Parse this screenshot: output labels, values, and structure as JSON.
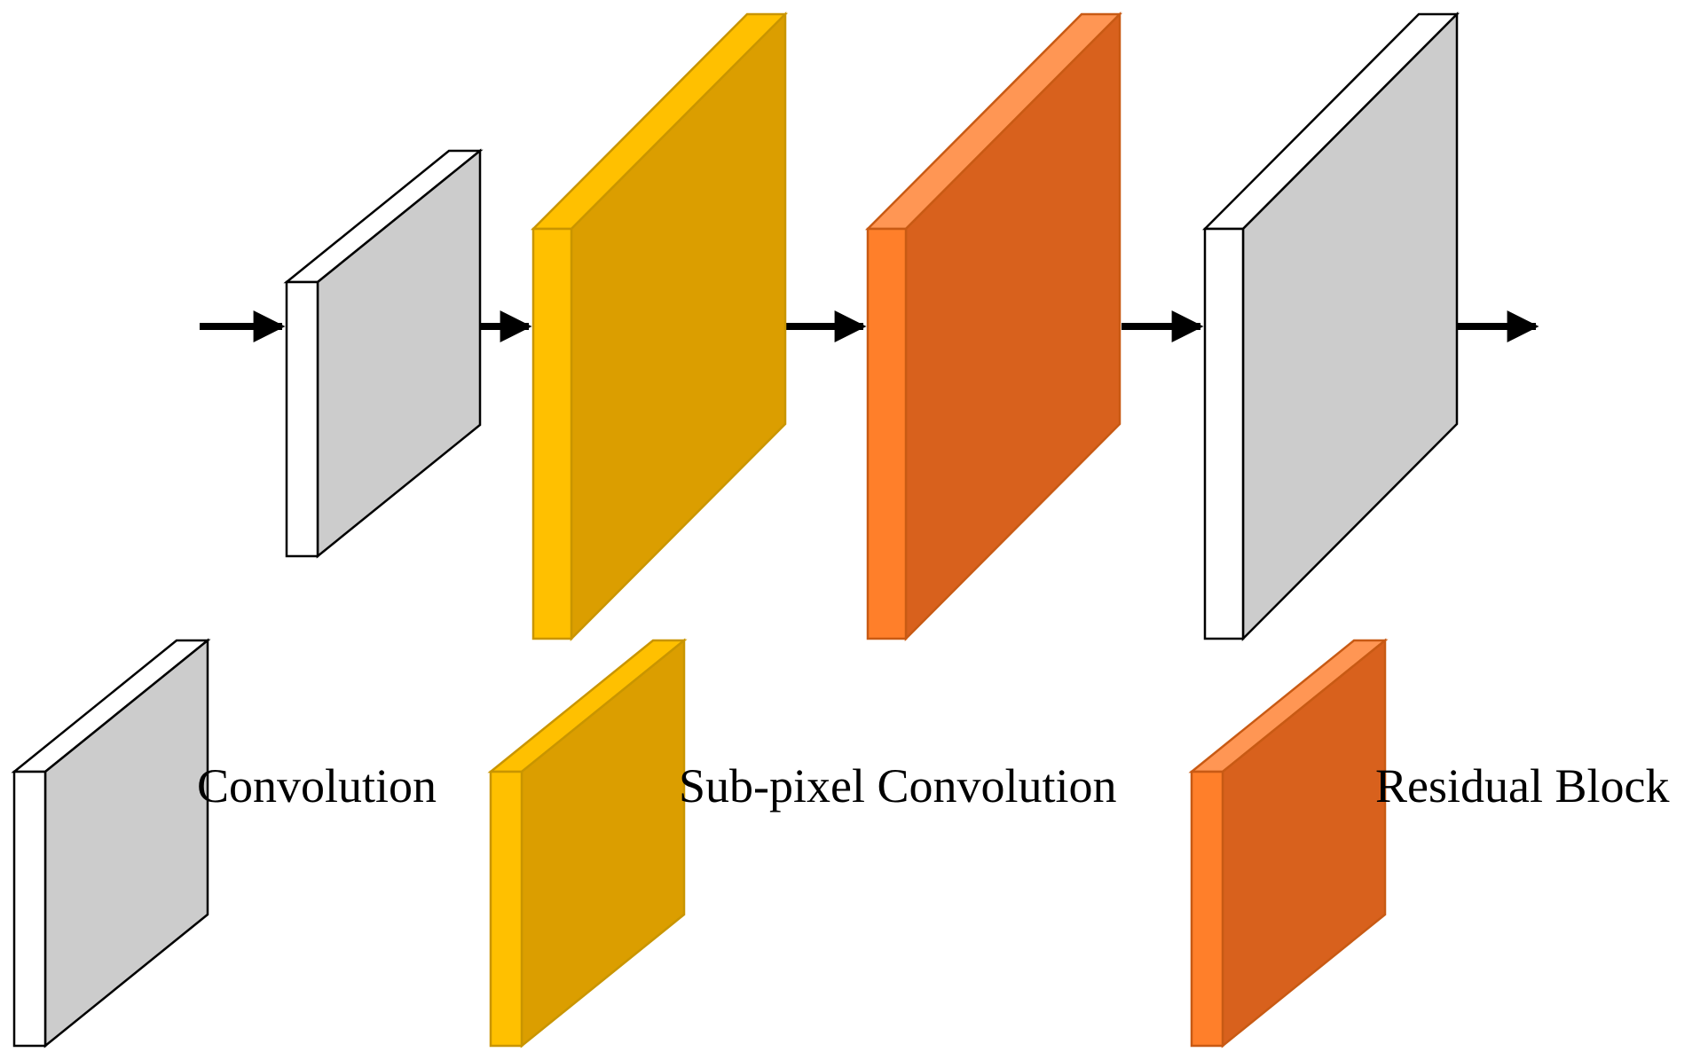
{
  "legend": {
    "items": [
      {
        "kind": "convolution",
        "label": "Convolution"
      },
      {
        "kind": "subpixel",
        "label": "Sub-pixel Convolution"
      },
      {
        "kind": "residual",
        "label": "Residual Block"
      }
    ]
  },
  "pipeline": {
    "blocks": [
      "convolution",
      "subpixel",
      "residual",
      "convolution"
    ]
  },
  "colors": {
    "convolution": {
      "top": "#ffffff",
      "front": "#ffffff",
      "side": "#cccccc",
      "stroke": "#000000"
    },
    "subpixel": {
      "top": "#ffc000",
      "front": "#ffc000",
      "side": "#db9e00",
      "stroke": "#c99500"
    },
    "residual": {
      "top": "#ff9654",
      "front": "#ff7f2a",
      "side": "#d8611d",
      "stroke": "#c85a14"
    },
    "arrow": "#000000"
  }
}
